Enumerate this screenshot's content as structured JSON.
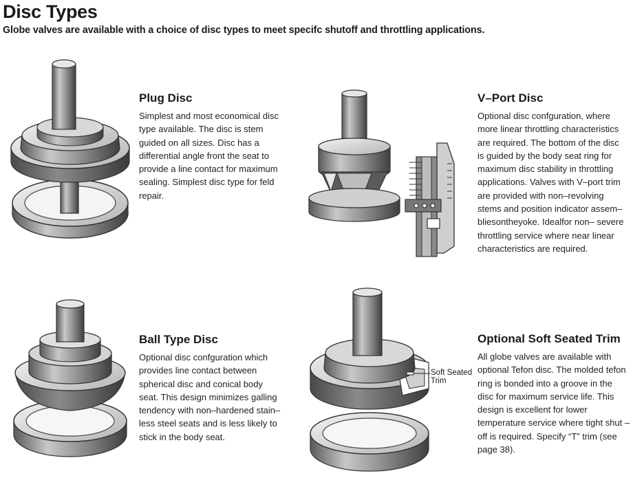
{
  "header": {
    "title": "Disc Types",
    "intro": "Globe valves are available with a choice of disc types to meet specifc shutoff and throttling applications."
  },
  "sections": [
    {
      "heading": "Plug Disc",
      "text": "Simplest and most economical disc type available. The disc is stem guided on all sizes. Disc has a differential angle front the seat to provide a line contact for maximum sealing. Simplest disc type for feld repair.",
      "icon": "plug-disc-illustration"
    },
    {
      "heading": "V–Port Disc",
      "text": "Optional disc confguration, where more linear throttling characteristics are required. The bottom of the disc is guided by the body seat ring for maximum disc stability in throttling applications. Valves with V–port trim are provided with non–revolving stems and position indicator assem– bliesontheyoke. Idealfor non– severe throttling service where near linear characteristics are required.",
      "icon": "v-port-disc-illustration"
    },
    {
      "heading": "Ball Type Disc",
      "text": "Optional disc confguration which provides line contact between spherical disc and conical body seat. This design minimizes galling tendency with non–hardened stain– less steel seats and is less likely to stick in the body seat.",
      "icon": "ball-type-disc-illustration"
    },
    {
      "heading": "Optional Soft Seated Trim",
      "text": "All globe valves are available with optional Tefon disc. The molded tefon ring is bonded into a groove in the disc for maximum service life. This design is excellent for lower temperature service where tight shut – off is required. Specify “T” trim (see page 38).",
      "icon": "soft-seated-trim-illustration",
      "callout": "Soft Seated\nTrim"
    }
  ],
  "colors": {
    "metal_light": "#e6e6e6",
    "metal_mid": "#9a9a9a",
    "metal_dark": "#4d4d4d",
    "outline": "#333333"
  }
}
